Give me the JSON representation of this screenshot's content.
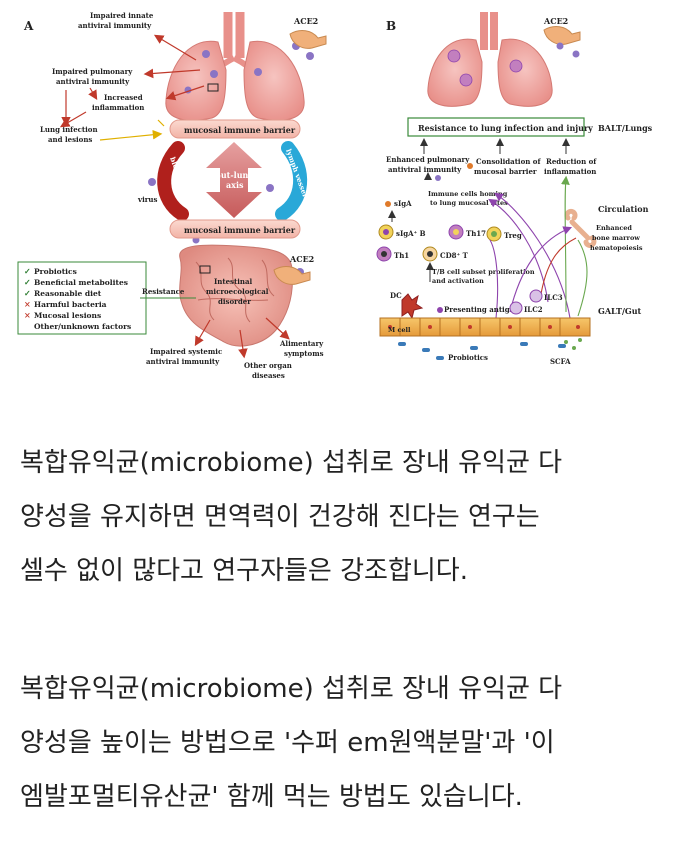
{
  "panel_a": {
    "letter": "A",
    "ace2_top": "ACE2",
    "ace2_bottom": "ACE2",
    "impaired_innate_1": "Impaired innate",
    "impaired_innate_2": "antiviral immunity",
    "impaired_pulmonary_1": "Impaired pulmonary",
    "impaired_pulmonary_2": "antiviral immunity",
    "increased_infl_1": "Increased",
    "increased_infl_2": "inflammation",
    "lung_infection_1": "Lung infection",
    "lung_infection_2": "and lesions",
    "mucosal_top": "mucosal immune barrier",
    "mucosal_bottom": "mucosal immune barrier",
    "blood_vessel": "blood vessel",
    "lymph_vessel": "lymph vessel",
    "gut_lung_1": "Gut-lung",
    "gut_lung_2": "axis",
    "virus": "virus",
    "resistance": "Resistance",
    "intestinal_1": "Intestinal",
    "intestinal_2": "microecological",
    "intestinal_3": "disorder",
    "impaired_systemic_1": "Impaired systemic",
    "impaired_systemic_2": "antiviral immunity",
    "other_organ_1": "Other organ",
    "other_organ_2": "diseases",
    "alimentary_1": "Alimentary",
    "alimentary_2": "symptoms",
    "legend": [
      {
        "mark": "✓",
        "text": "Probiotics"
      },
      {
        "mark": "✓",
        "text": "Beneficial metabolites"
      },
      {
        "mark": "✓",
        "text": "Reasonable diet"
      },
      {
        "mark": "×",
        "text": "Harmful bacteria"
      },
      {
        "mark": "×",
        "text": "Mucosal lesions"
      },
      {
        "mark": "",
        "text": "Other/unknown factors"
      }
    ]
  },
  "panel_b": {
    "letter": "B",
    "ace2": "ACE2",
    "resistance_box": "Resistance to lung infection and injury",
    "balt": "BALT/Lungs",
    "enhanced_pulm_1": "Enhanced pulmonary",
    "enhanced_pulm_2": "antiviral immunity",
    "consolidation_1": "Consolidation of",
    "consolidation_2": "mucosal barrier",
    "reduction_1": "Reduction of",
    "reduction_2": "inflammation",
    "siga": "sIgA",
    "homing_1": "Immune cells homing",
    "homing_2": "to lung mucosal sites",
    "circulation": "Circulation",
    "sigab": "sIgA⁺ B",
    "th17": "Th17",
    "treg": "Treg",
    "th1": "Th1",
    "cd8": "CD8⁺ T",
    "bone_1": "Enhanced",
    "bone_2": "bone marrow",
    "bone_3": "hematopoiesis",
    "tb_1": "T/B cell subset proliferation",
    "tb_2": "and activation",
    "dc": "DC",
    "presenting": "Presenting antigen",
    "ilc3": "ILC3",
    "ilc2": "ILC2",
    "galt": "GALT/Gut",
    "mcell": "M cell",
    "probiotics": "Probiotics",
    "scfa": "SCFA"
  },
  "body": {
    "p1": [
      "복합유익균(microbiome) 섭취로 장내 유익균 다",
      "양성을 유지하면 면역력이 건강해 진다는 연구는",
      "셀수 없이 많다고 연구자들은 강조합니다."
    ],
    "p2": [
      "복합유익균(microbiome) 섭취로 장내 유익균 다",
      "양성을 높이는 방법으로 '수퍼 em원액분말'과 '이",
      "엠발포멀티유산균' 함께 먹는 방법도 있습니다."
    ]
  }
}
